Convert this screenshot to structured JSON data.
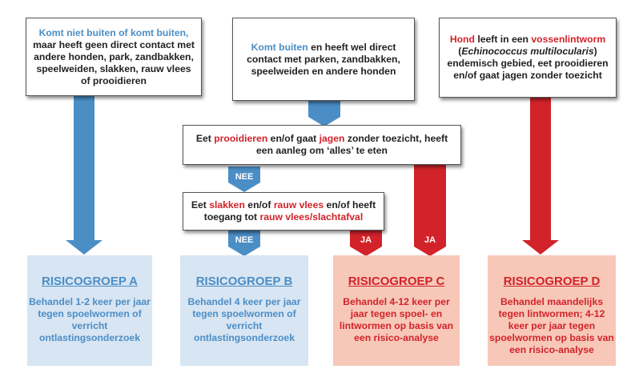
{
  "colors": {
    "blue": "#4b8ec6",
    "red": "#d2232a",
    "blue_box": "#d8e5f2",
    "red_box": "#f7c8b8"
  },
  "top_boxes": {
    "box1": {
      "highlight": "Komt niet buiten of komt buiten,",
      "rest": "maar heeft geen direct contact met andere honden, park, zandbakken, speelweiden, slakken, rauw vlees of prooidieren"
    },
    "box2": {
      "highlight": "Komt buiten",
      "rest": " en heeft wel direct contact met parken, zandbakken, speelweiden en andere honden"
    },
    "box3": {
      "highlight1": "Hond",
      "text1": " leeft in een ",
      "highlight2": "vossenlintworm",
      "text2": " (",
      "italic": "Echinococcus multilocularis",
      "text3": ") endemisch gebied, eet prooidieren en/of gaat jagen zonder toezicht"
    }
  },
  "mid_box": {
    "t1": "Eet ",
    "r1": "prooidieren",
    "t2": " en/of gaat ",
    "r2": "jagen",
    "t3": " zonder toezicht, heeft een aanleg om ‘alles’ te eten"
  },
  "low_box": {
    "t1": "Eet ",
    "r1": "slakken",
    "t2": " en/of ",
    "r2": "rauw vlees",
    "t3": " en/of heeft toegang tot ",
    "r3": "rauw vlees/slachtafval"
  },
  "tags": {
    "nee1": "NEE",
    "nee2": "NEE",
    "ja1": "JA",
    "ja2": "JA"
  },
  "risk_groups": [
    {
      "title": "RISICOGROEP A",
      "desc": "Behandel 1-2 keer per jaar tegen spoelwormen of verricht ontlastingsonderzoek"
    },
    {
      "title": "RISICOGROEP B",
      "desc": "Behandel 4 keer per jaar tegen spoelwormen of verricht ontlastingsonderzoek"
    },
    {
      "title": "RISICOGROEP C",
      "desc": "Behandel 4-12 keer per jaar tegen spoel- en lintwormen op basis van een risico-analyse"
    },
    {
      "title": "RISICOGROEP D",
      "desc": "Behandel maandelijks tegen lintwormen; 4-12 keer per jaar tegen spoelwormen op basis van een risico-analyse"
    }
  ]
}
